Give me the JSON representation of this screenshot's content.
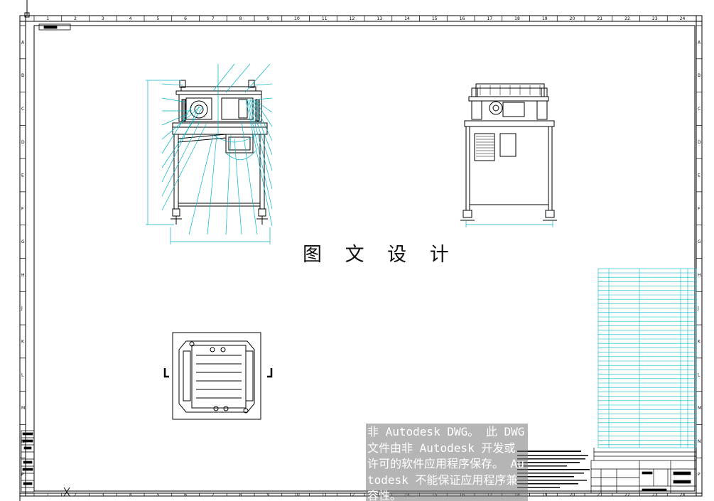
{
  "drawing": {
    "center_title": "图 文 设 计",
    "top_zone_numbers": [
      "1",
      "2",
      "3",
      "4",
      "5",
      "6",
      "7",
      "8",
      "9",
      "10",
      "11",
      "12",
      "13",
      "14",
      "15",
      "16",
      "17",
      "18",
      "19",
      "20",
      "21",
      "22",
      "23",
      "24"
    ],
    "left_zone_letters": [
      "A",
      "B",
      "C",
      "D",
      "E",
      "F",
      "G",
      "H",
      "J",
      "K",
      "L",
      "M",
      "N",
      "P"
    ],
    "watermark_text": "非 Autodesk DWG。 此 DWG 文件由非 Autodesk 开发或许可的软件应用程序保存。 Autodesk 不能保证应用程序兼容性。",
    "colors": {
      "outline": "#000000",
      "dimension": "#00b4c8",
      "background": "#ffffff"
    }
  }
}
